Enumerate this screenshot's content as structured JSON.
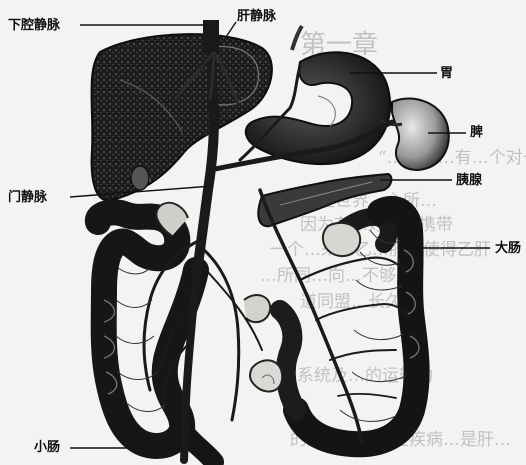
{
  "labels": {
    "inferior_vena_cava": "下腔静脉",
    "hepatic_vein": "肝静脉",
    "stomach": "胃",
    "spleen": "脾",
    "portal_vein": "门静脉",
    "pancreas": "胰腺",
    "large_intestine": "大肠",
    "small_intestine": "小肠"
  },
  "background_text": {
    "heading_fragment": "第一章",
    "line1": "“…张是…有…个对一个",
    "line2": "是世界…心所…",
    "line3": "因为有…好…在携带",
    "line4": "一个…来…乙…肝…使得乙肝",
    "line5": "…所同…向…不够",
    "line6": "道同盟…长久的",
    "line7": "化系统及…的运转功",
    "line8": "的。而很多慢性疾病…是肝…"
  },
  "colors": {
    "background": "#f3f3f1",
    "ink": "#111111",
    "organ_dark": "#1c1c1c",
    "organ_mid": "#4a4a4a",
    "organ_light": "#d9d9d6",
    "background_text": "#9a9a9a"
  }
}
